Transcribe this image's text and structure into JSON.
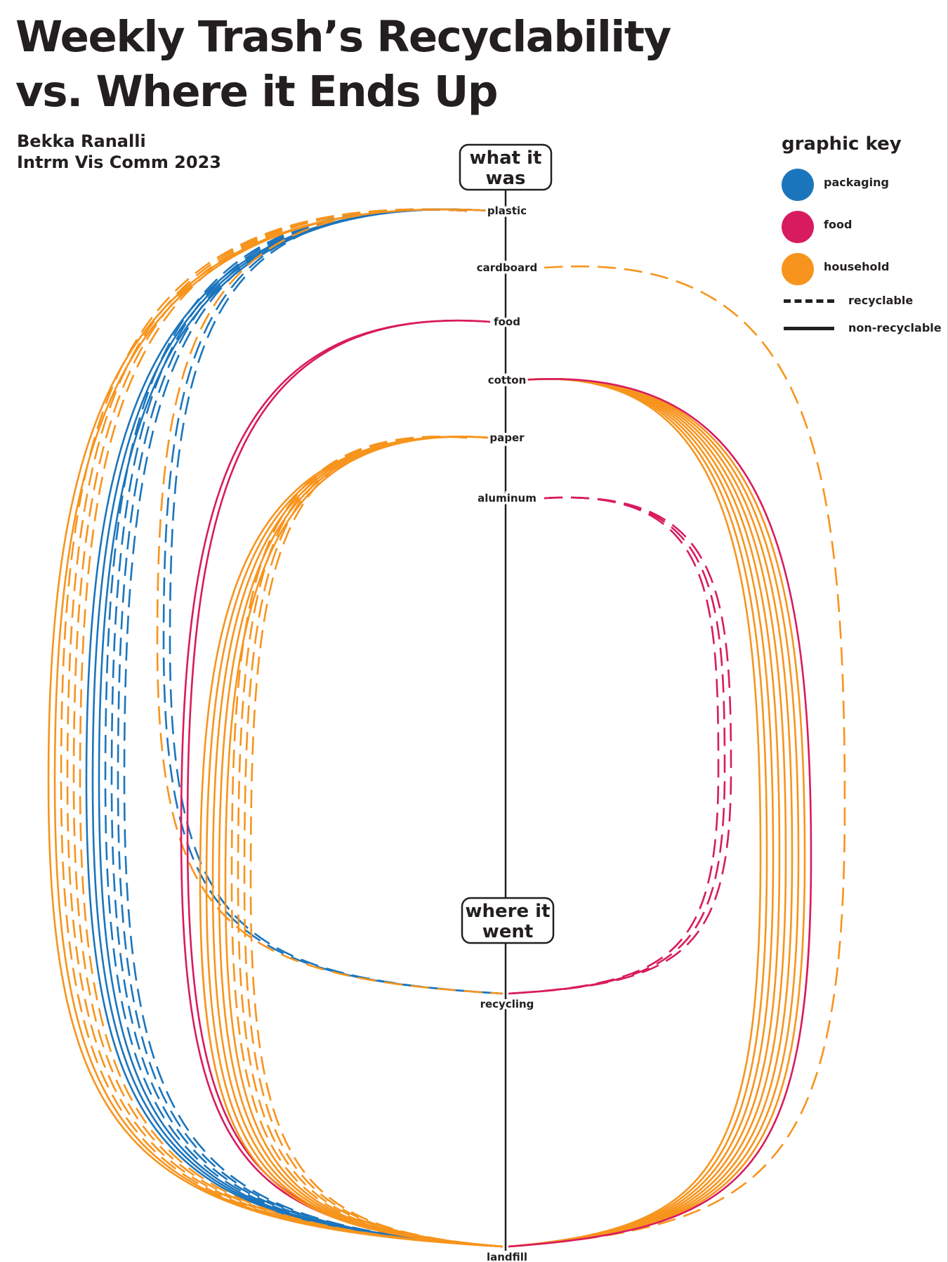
{
  "title_lines": [
    "Weekly Trash’s Recyclability",
    "vs. Where it Ends Up"
  ],
  "credit_lines": [
    "Bekka Ranalli",
    "Intrm Vis Comm 2023"
  ],
  "axis_boxes": {
    "top": [
      "what it",
      "was"
    ],
    "bottom": [
      "where it",
      "went"
    ]
  },
  "key": {
    "title": "graphic key",
    "categories": [
      {
        "label": "packaging",
        "color": "#1b75bc"
      },
      {
        "label": "food",
        "color": "#d81b5f"
      },
      {
        "label": "household",
        "color": "#f7941d"
      }
    ],
    "line_styles": [
      {
        "label": "recyclable",
        "style": "dashed"
      },
      {
        "label": "non-recyclable",
        "style": "solid"
      }
    ]
  },
  "chart_data": {
    "type": "arc",
    "sources": [
      "plastic",
      "cardboard",
      "food",
      "cotton",
      "paper",
      "aluminum"
    ],
    "destinations": [
      "recycling",
      "landfill"
    ],
    "flows": [
      {
        "from": "plastic",
        "to": "landfill",
        "category": "packaging",
        "recyclable": true,
        "count": 4
      },
      {
        "from": "plastic",
        "to": "landfill",
        "category": "packaging",
        "recyclable": false,
        "count": 3
      },
      {
        "from": "plastic",
        "to": "landfill",
        "category": "household",
        "recyclable": true,
        "count": 4
      },
      {
        "from": "plastic",
        "to": "landfill",
        "category": "household",
        "recyclable": false,
        "count": 2
      },
      {
        "from": "plastic",
        "to": "recycling",
        "category": "packaging",
        "recyclable": true,
        "count": 2
      },
      {
        "from": "plastic",
        "to": "recycling",
        "category": "household",
        "recyclable": true,
        "count": 1
      },
      {
        "from": "cardboard",
        "to": "landfill",
        "category": "household",
        "recyclable": true,
        "count": 1
      },
      {
        "from": "food",
        "to": "landfill",
        "category": "food",
        "recyclable": false,
        "count": 2
      },
      {
        "from": "cotton",
        "to": "landfill",
        "category": "household",
        "recyclable": false,
        "count": 8
      },
      {
        "from": "cotton",
        "to": "landfill",
        "category": "food",
        "recyclable": false,
        "count": 1
      },
      {
        "from": "paper",
        "to": "landfill",
        "category": "household",
        "recyclable": true,
        "count": 4
      },
      {
        "from": "paper",
        "to": "landfill",
        "category": "household",
        "recyclable": false,
        "count": 5
      },
      {
        "from": "aluminum",
        "to": "recycling",
        "category": "food",
        "recyclable": true,
        "count": 3
      }
    ]
  }
}
